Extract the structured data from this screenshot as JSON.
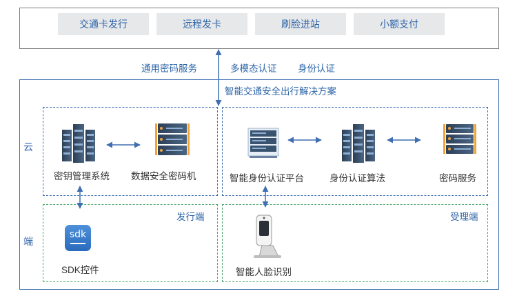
{
  "top_buttons": [
    "交通卡发行",
    "远程发卡",
    "刷脸进站",
    "小额支付"
  ],
  "services": {
    "general": "通用密码服务",
    "multimodal": "多模态认证",
    "identity": "身份认证"
  },
  "solution_title": "智能交通安全出行解决方案",
  "side": {
    "cloud": "云",
    "end": "端"
  },
  "cloud_left": {
    "key_mgmt": "密钥管理系统",
    "data_crypto": "数据安全密码机"
  },
  "cloud_right": {
    "auth_platform": "智能身份认证平台",
    "auth_algo": "身份认证算法",
    "crypto_service": "密码服务"
  },
  "end_left": {
    "tag": "发行端",
    "sdk_icon_text": "sdk",
    "sdk_label": "SDK控件"
  },
  "end_right": {
    "tag": "受理端",
    "face_label": "智能人脸识别"
  },
  "colors": {
    "accent": "#2c64a8",
    "cloud_border": "#3f6fb0",
    "end_border": "#4ca86c",
    "button_bg": "#e7e8ea"
  }
}
